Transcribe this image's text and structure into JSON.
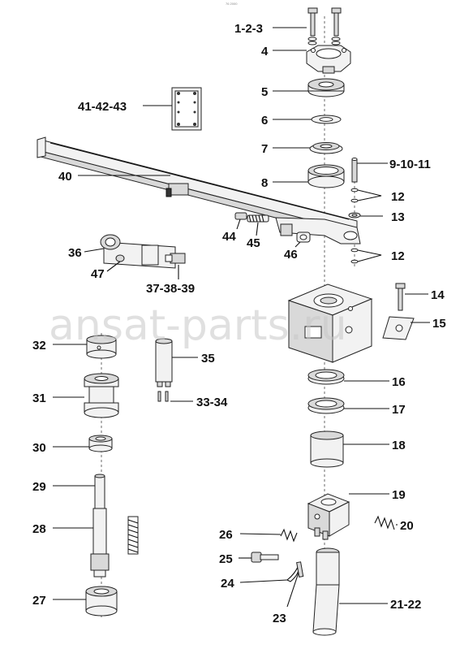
{
  "header_mark": "76 2000",
  "watermark": "ansat-parts.ru",
  "callouts": [
    {
      "id": "c1",
      "text": "1-2-3"
    },
    {
      "id": "c4",
      "text": "4"
    },
    {
      "id": "c5",
      "text": "5"
    },
    {
      "id": "c6",
      "text": "6"
    },
    {
      "id": "c7",
      "text": "7"
    },
    {
      "id": "c8",
      "text": "8"
    },
    {
      "id": "c9",
      "text": "9-10-11"
    },
    {
      "id": "c12a",
      "text": "12"
    },
    {
      "id": "c13",
      "text": "13"
    },
    {
      "id": "c12b",
      "text": "12"
    },
    {
      "id": "c14",
      "text": "14"
    },
    {
      "id": "c15",
      "text": "15"
    },
    {
      "id": "c16",
      "text": "16"
    },
    {
      "id": "c17",
      "text": "17"
    },
    {
      "id": "c18",
      "text": "18"
    },
    {
      "id": "c19",
      "text": "19"
    },
    {
      "id": "c20",
      "text": "20"
    },
    {
      "id": "c21",
      "text": "21-22"
    },
    {
      "id": "c23",
      "text": "23"
    },
    {
      "id": "c24",
      "text": "24"
    },
    {
      "id": "c25",
      "text": "25"
    },
    {
      "id": "c26",
      "text": "26"
    },
    {
      "id": "c27",
      "text": "27"
    },
    {
      "id": "c28",
      "text": "28"
    },
    {
      "id": "c29",
      "text": "29"
    },
    {
      "id": "c30",
      "text": "30"
    },
    {
      "id": "c31",
      "text": "31"
    },
    {
      "id": "c32",
      "text": "32"
    },
    {
      "id": "c33",
      "text": "33-34"
    },
    {
      "id": "c35",
      "text": "35"
    },
    {
      "id": "c36",
      "text": "36"
    },
    {
      "id": "c37",
      "text": "37-38-39"
    },
    {
      "id": "c40",
      "text": "40"
    },
    {
      "id": "c41",
      "text": "41-42-43"
    },
    {
      "id": "c44",
      "text": "44"
    },
    {
      "id": "c45",
      "text": "45"
    },
    {
      "id": "c46",
      "text": "46"
    },
    {
      "id": "c47",
      "text": "47"
    }
  ]
}
